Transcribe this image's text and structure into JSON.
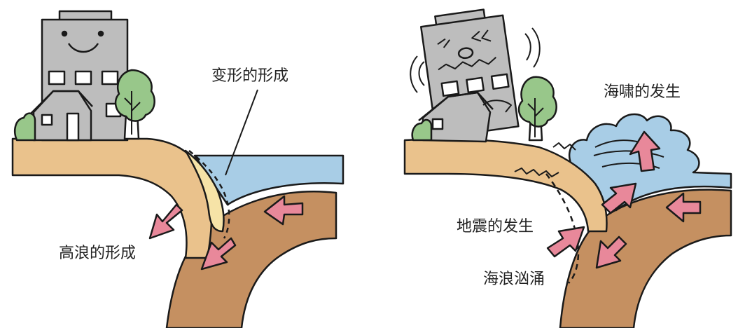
{
  "labels": {
    "deformation": "变形的形成",
    "high_wave": "高浪的形成",
    "tsunami": "海啸的发生",
    "earthquake": "地震的发生",
    "surge": "海浪汹涌"
  },
  "colors": {
    "land": "#eac28c",
    "plate": "#c59061",
    "sea": "#a8cde6",
    "building": "#bdbdbd",
    "tree": "#98c78a",
    "arrow": "#e8889a",
    "outline": "#1a1a1a",
    "deform_zone": "#f6e3a7"
  },
  "icons": [
    "smiling-building-icon",
    "shaking-building-icon",
    "tree-icon",
    "bush-icon",
    "house-icon",
    "arrow-icon"
  ]
}
